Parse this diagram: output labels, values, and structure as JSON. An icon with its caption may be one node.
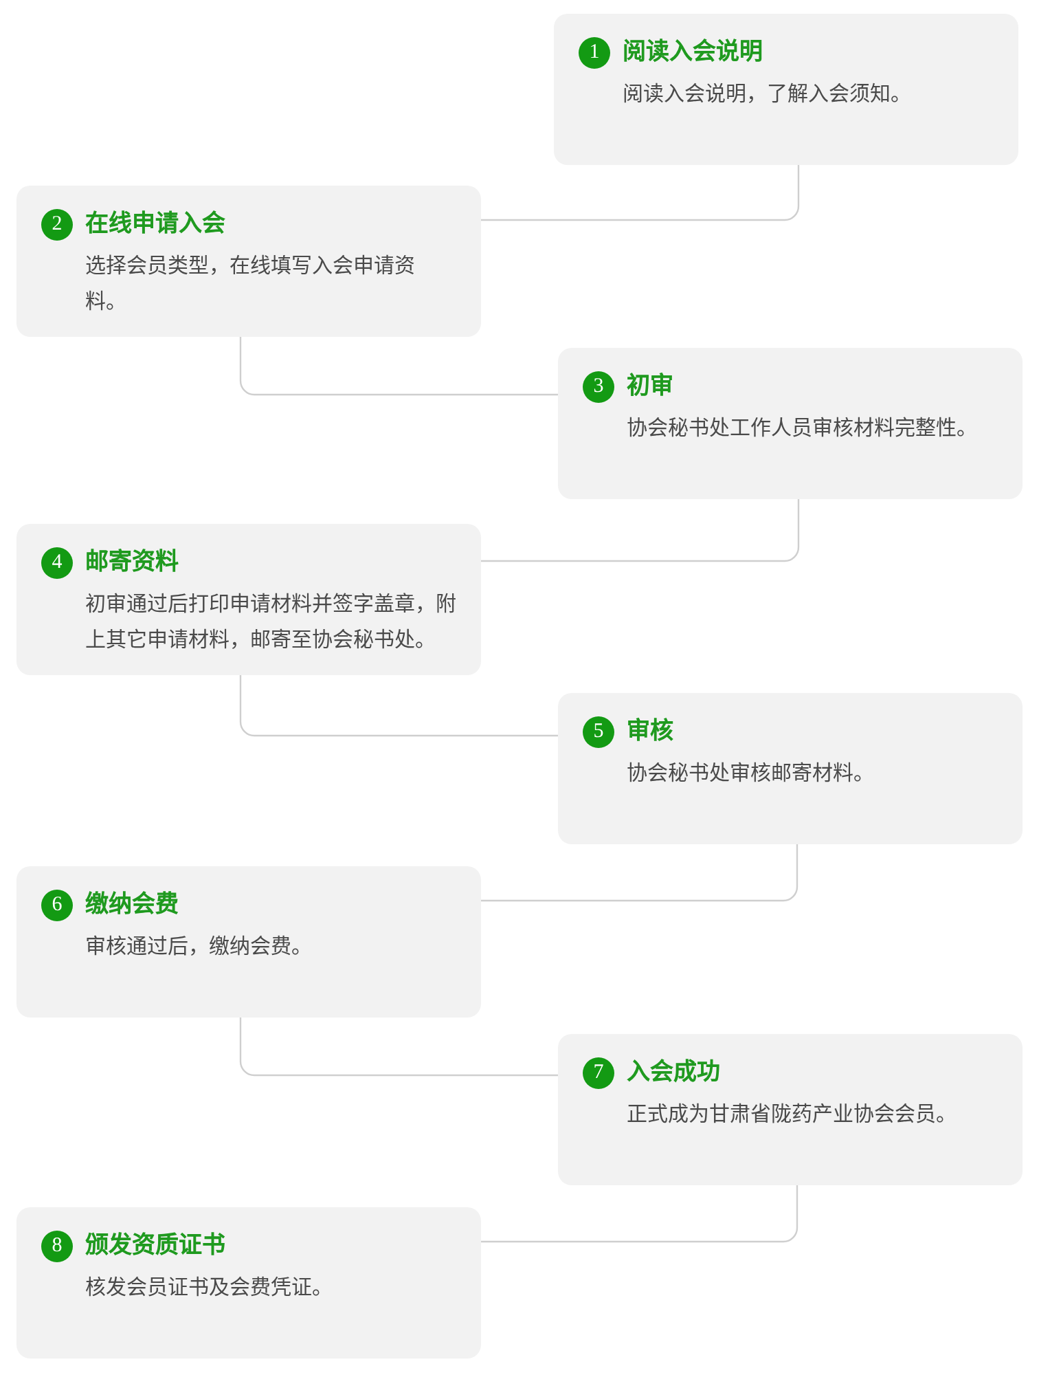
{
  "diagram": {
    "nodes": [
      {
        "text": [
          "1",
          "阅读入会说明",
          "阅读入会说明，了解入会须知。"
        ]
      },
      {
        "text": [
          "2",
          "在线申请入会",
          "选择会员类型，在线填写入会申请资料。"
        ]
      },
      {
        "text": [
          "3",
          "初审",
          "协会秘书处工作人员审核材料完整性。"
        ]
      },
      {
        "text": [
          "4",
          "邮寄资料",
          "初审通过后打印申请材料并签字盖章，附上其它申请材料，邮寄至协会秘书处。"
        ]
      },
      {
        "text": [
          "5",
          "审核",
          "协会秘书处审核邮寄材料。"
        ]
      },
      {
        "text": [
          "6",
          "缴纳会费",
          "审核通过后，缴纳会费。"
        ]
      },
      {
        "text": [
          "7",
          "入会成功",
          "正式成为甘肃省陇药产业协会会员。"
        ]
      },
      {
        "text": [
          "8",
          "颁发资质证书",
          "核发会员证书及会费凭证。"
        ]
      }
    ],
    "edges": [
      {
        "from": 0,
        "to": 1,
        "arrow": "none"
      },
      {
        "from": 1,
        "to": 2,
        "arrow": "none"
      },
      {
        "from": 2,
        "to": 3,
        "arrow": "none"
      },
      {
        "from": 3,
        "to": 4,
        "arrow": "none"
      },
      {
        "from": 4,
        "to": 5,
        "arrow": "none"
      },
      {
        "from": 5,
        "to": 6,
        "arrow": "none"
      },
      {
        "from": 6,
        "to": 7,
        "arrow": "none"
      }
    ]
  }
}
